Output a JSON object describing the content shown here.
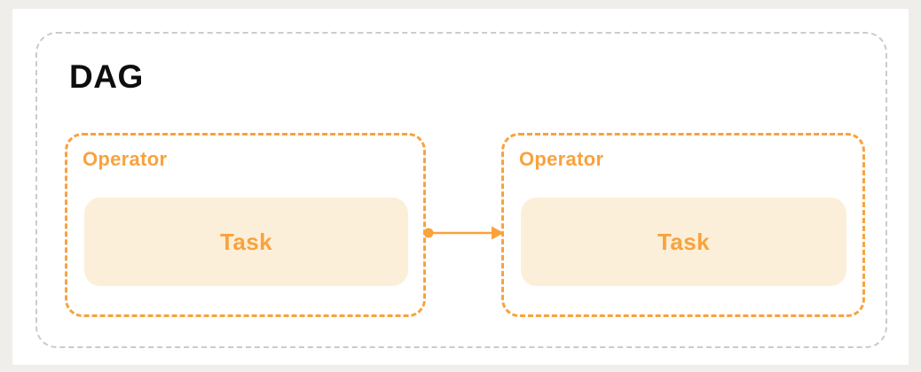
{
  "colors": {
    "canvas-bg": "#F0EEEA",
    "card-bg": "#FFFFFF",
    "outer-border-gray": "#CBCBC9",
    "accent-orange": "#F9A23C",
    "task-fill": "#FCEFD9",
    "title-color": "#0E0E0E"
  },
  "diagram": {
    "title": "DAG",
    "operators": [
      {
        "label": "Operator",
        "task": {
          "label": "Task"
        }
      },
      {
        "label": "Operator",
        "task": {
          "label": "Task"
        }
      }
    ],
    "edges": [
      {
        "from": "operator-1-task",
        "to": "operator-2-task",
        "direction": "left-to-right"
      }
    ]
  }
}
